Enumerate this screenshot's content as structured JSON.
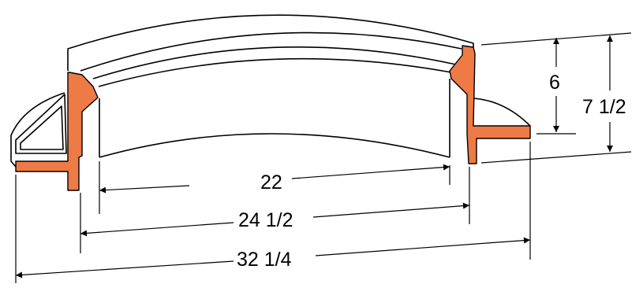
{
  "colors": {
    "section": "#EE7A45",
    "outline": "#000000",
    "background": "#FFFFFF",
    "body_fill": "#FFFFFF"
  },
  "dimensions": {
    "inner_diameter": "22",
    "mid_diameter": "24 1/2",
    "outer_diameter": "32 1/4",
    "flange_height": "6",
    "overall_height": "7 1/2"
  }
}
